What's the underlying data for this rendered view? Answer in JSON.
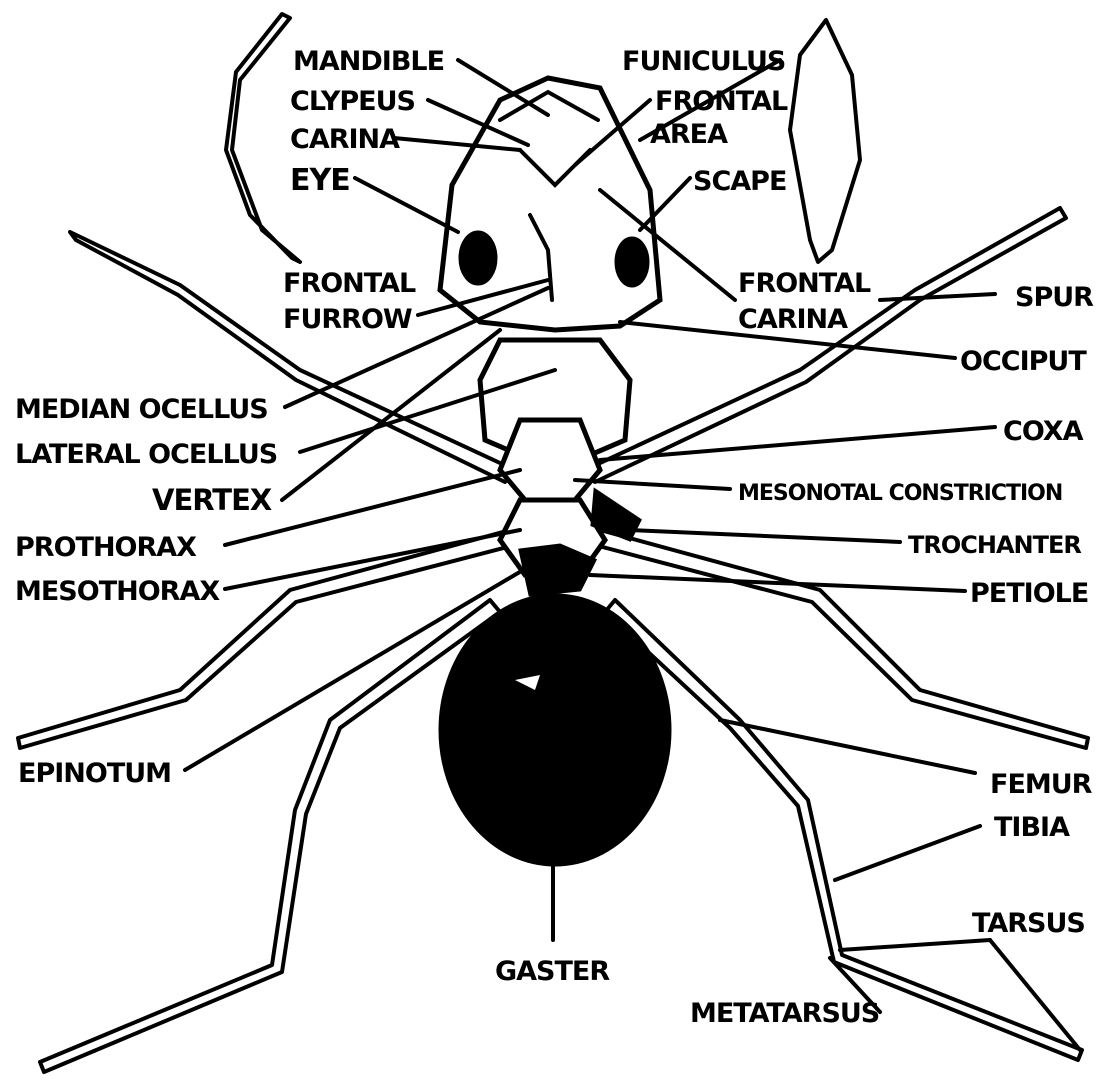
{
  "labels": {
    "mandible": "MANDIBLE",
    "clypeus": "CLYPEUS",
    "carina": "CARINA",
    "eye": "EYE",
    "funiculus": "FUNICULUS",
    "frontal_area_1": "FRONTAL",
    "frontal_area_2": "AREA",
    "scape": "SCAPE",
    "frontal_furrow_1": "FRONTAL",
    "frontal_furrow_2": "FURROW",
    "frontal_carina_1": "FRONTAL",
    "frontal_carina_2": "CARINA",
    "spur": "SPUR",
    "occiput": "OCCIPUT",
    "median_ocellus": "MEDIAN OCELLUS",
    "lateral_ocellus": "LATERAL OCELLUS",
    "vertex": "VERTEX",
    "coxa": "COXA",
    "mesonotal_constriction": "MESONOTAL CONSTRICTION",
    "prothorax": "PROTHORAX",
    "trochanter": "TROCHANTER",
    "mesothorax": "MESOTHORAX",
    "petiole": "PETIOLE",
    "epinotum": "EPINOTUM",
    "femur": "FEMUR",
    "tibia": "TIBIA",
    "tarsus": "TARSUS",
    "gaster": "GASTER",
    "metatarsus": "METATARSUS"
  },
  "colors": {
    "ink": "#000000",
    "paper": "#ffffff"
  }
}
